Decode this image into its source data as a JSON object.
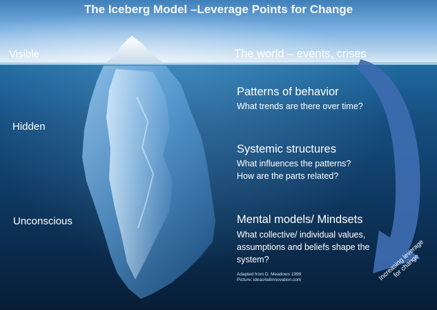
{
  "title": "The Iceberg Model –Leverage Points for Change",
  "levels": {
    "visible": "Visible",
    "hidden": "Hidden",
    "unconscious": "Unconscious"
  },
  "events": {
    "heading": "The world – events, crises"
  },
  "patterns": {
    "heading": "Patterns of behavior",
    "question": "What trends are there over time?"
  },
  "structures": {
    "heading": "Systemic structures",
    "question1": "What influences the patterns?",
    "question2": "How are the parts related?"
  },
  "mental_models": {
    "heading": "Mental models/ Mindsets",
    "line1": "What collective/ individual values,",
    "line2": "assumptions and beliefs  shape the",
    "line3": "system?"
  },
  "arrow": {
    "line1": "Increasing leverage",
    "line2": "for change",
    "color": "#3d6cb0"
  },
  "credit": {
    "line1": "Adapted from D. Meadows 1999",
    "line2": "Picture:  ideas4allinnovation.com"
  }
}
